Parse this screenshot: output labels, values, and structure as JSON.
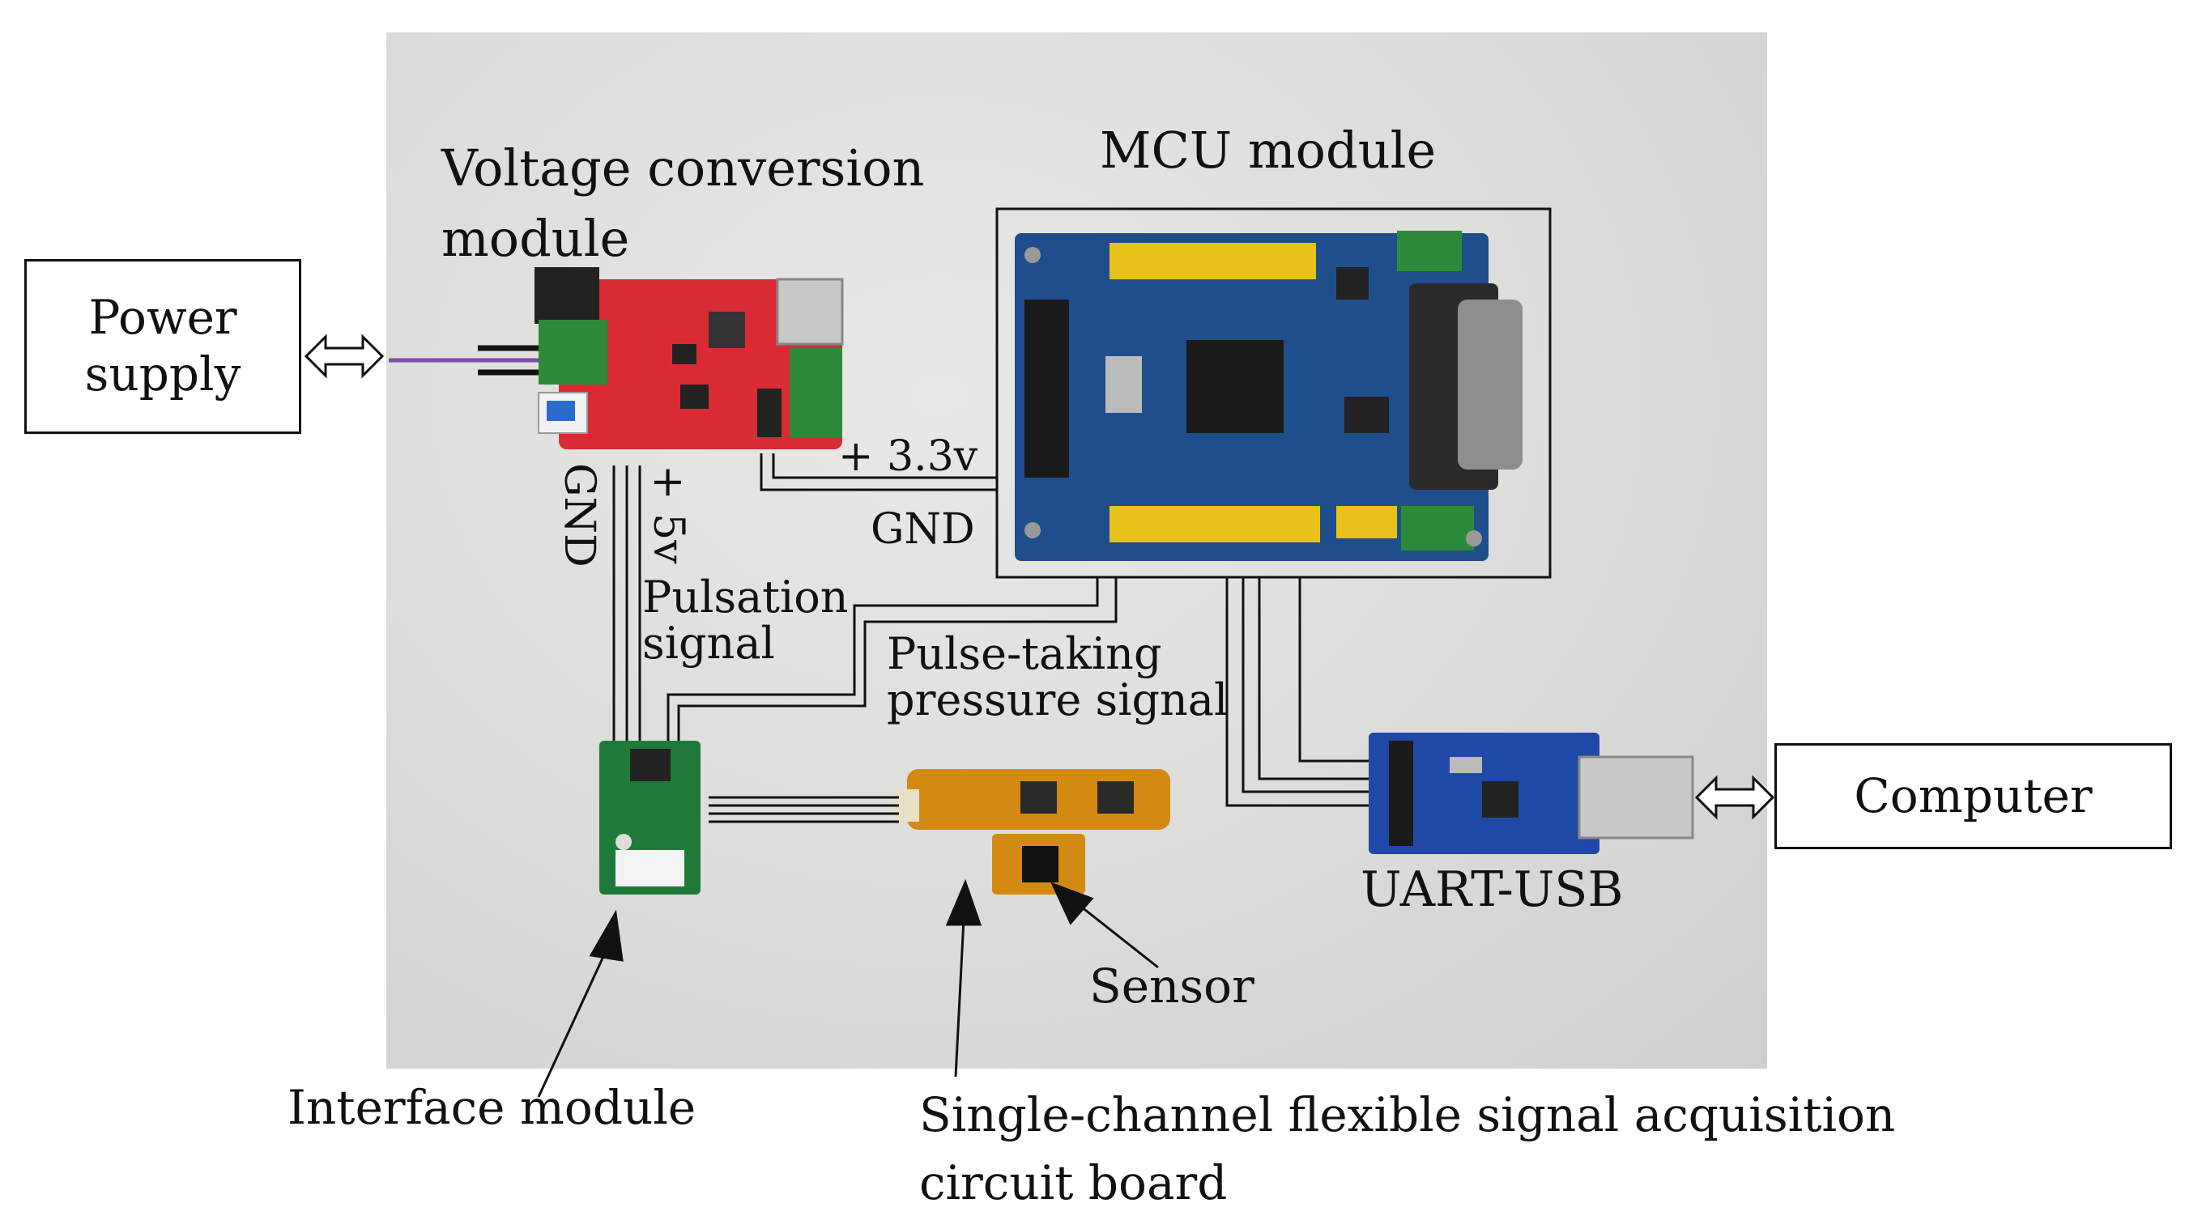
{
  "labels": {
    "voltage_module": "Voltage conversion module",
    "mcu_module": "MCU module",
    "power_supply": "Power supply",
    "computer": "Computer",
    "uart_usb": "UART-USB",
    "gnd_left": "GND",
    "plus_5v": "+ 5v",
    "plus_33v": "+ 3.3v",
    "gnd_right": "GND",
    "pulsation_signal": "Pulsation signal",
    "pulse_taking_pressure": "Pulse-taking pressure signal",
    "sensor": "Sensor",
    "interface_module": "Interface module",
    "acquisition_board": "Single-channel flexible signal acquisition circuit board"
  },
  "colors": {
    "line": "#111111",
    "mcu_board": "#1f4e8c",
    "voltage_board": "#d92b34",
    "interface_board": "#1f7a3a",
    "flex_board": "#d38a12",
    "uart_board": "#2048a6",
    "header_pins": "#e8c21a",
    "terminal_green": "#2d8a3a"
  }
}
